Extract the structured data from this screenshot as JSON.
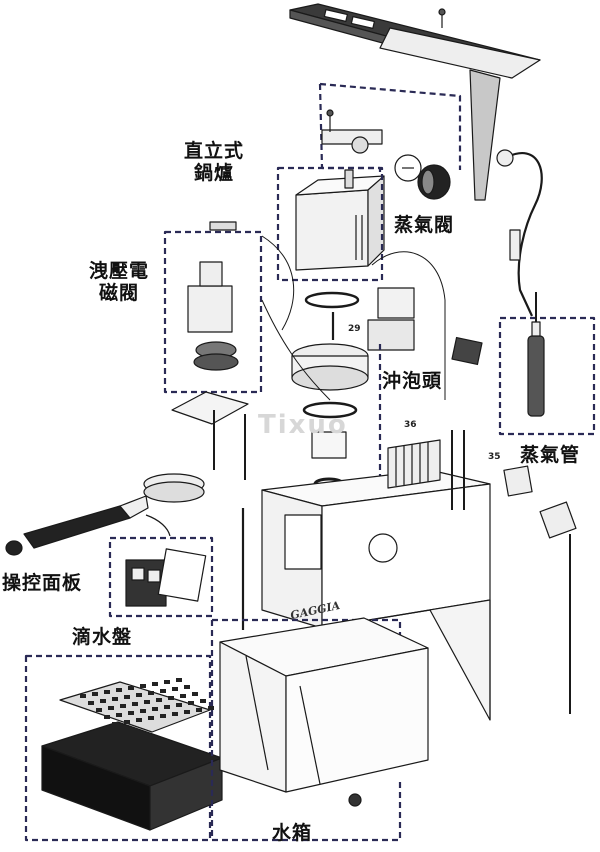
{
  "labels": {
    "boiler": "直立式鍋爐",
    "steam_valve": "蒸氣閥",
    "solenoid_valve": "洩壓電磁閥",
    "brew_head": "沖泡頭",
    "steam_wand": "蒸氣管",
    "control_panel": "操控面板",
    "drip_tray": "滴水盤",
    "water_tank": "水箱"
  },
  "callouts": {
    "n29": "29",
    "n36": "36",
    "n35": "35"
  },
  "watermark": "Tixuo",
  "brand": "GAGGIA",
  "colors": {
    "line": "#1a1a1a",
    "dash": "#2a2a55",
    "fill": "#f4f4f4",
    "dark": "#222222"
  }
}
